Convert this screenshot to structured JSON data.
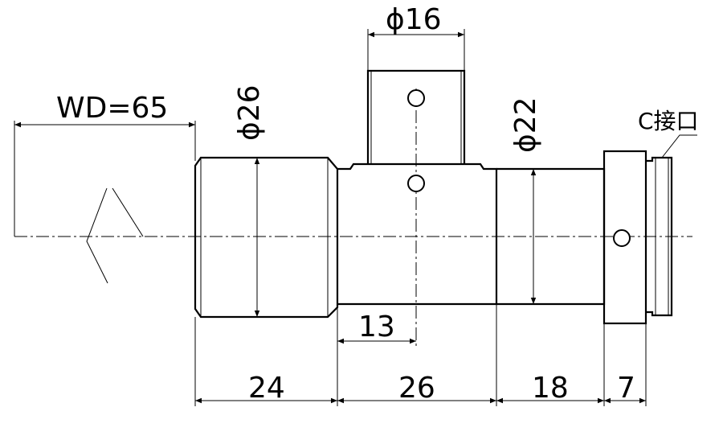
{
  "labels": {
    "wd": "WD=65",
    "dia_26": "ϕ26",
    "dia_16": "ϕ16",
    "dia_22": "ϕ22",
    "c_mount": "C接口",
    "dim_13": "13",
    "dim_24": "24",
    "dim_26": "26",
    "dim_18": "18",
    "dim_7": "7"
  }
}
